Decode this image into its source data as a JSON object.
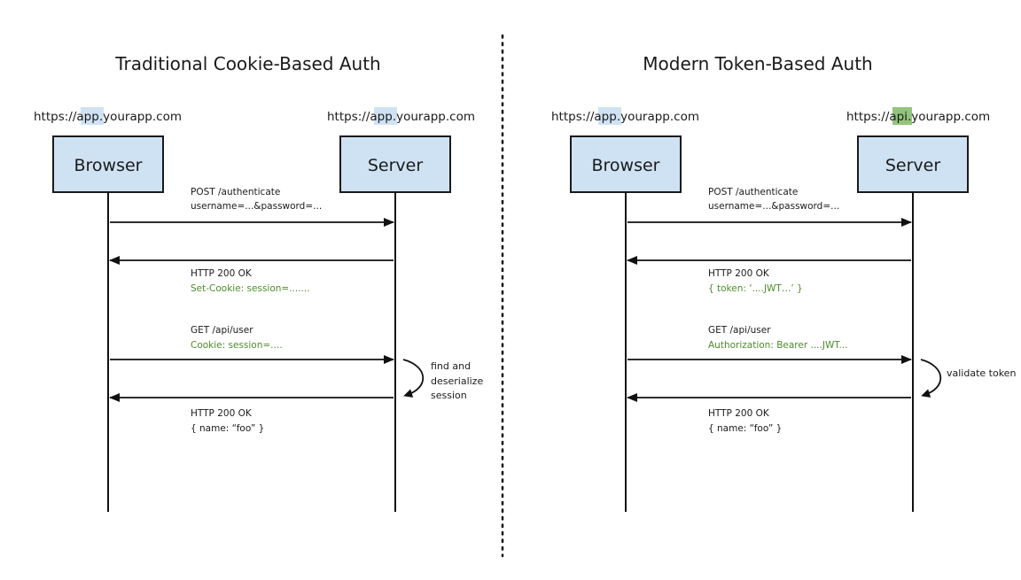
{
  "colors": {
    "actor_fill": "#cfe2f3",
    "actor_stroke": "#1a1a1a",
    "highlight_blue": "#cfe2f3",
    "highlight_green": "#93c47d",
    "green_text": "#4c8c2a",
    "line": "#111111"
  },
  "left": {
    "title": "Traditional Cookie-Based Auth",
    "browser_url": {
      "prefix": "https://",
      "highlight": "app",
      "suffix": ".yourapp.com"
    },
    "server_url": {
      "prefix": "https://",
      "highlight": "app",
      "suffix": ".yourapp.com"
    },
    "browser_label": "Browser",
    "server_label": "Server",
    "messages": {
      "m1_line1": "POST /authenticate",
      "m1_line2": "username=...&password=...",
      "m2_line1": "HTTP 200 OK",
      "m2_line2": "Set-Cookie: session=.......",
      "m3_line1": "GET /api/user",
      "m3_line2": "Cookie: session=....",
      "m4_line1": "HTTP 200 OK",
      "m4_line2": "{  name: “foo” }"
    },
    "note": {
      "line1": "find and",
      "line2": "deserialize",
      "line3": "session"
    }
  },
  "right": {
    "title": "Modern Token-Based Auth",
    "browser_url": {
      "prefix": "https://",
      "highlight": "app",
      "suffix": ".yourapp.com"
    },
    "server_url": {
      "prefix": "https://",
      "highlight": "api",
      "suffix": ".yourapp.com"
    },
    "browser_label": "Browser",
    "server_label": "Server",
    "messages": {
      "m1_line1": "POST /authenticate",
      "m1_line2": "username=...&password=...",
      "m2_line1": "HTTP 200 OK",
      "m2_line2": "{ token: ‘....JWT…’ }",
      "m3_line1": "GET /api/user",
      "m3_line2": "Authorization: Bearer ....JWT...",
      "m4_line1": "HTTP 200 OK",
      "m4_line2": "{ name: “foo” }"
    },
    "note": {
      "line1": "validate token"
    }
  }
}
